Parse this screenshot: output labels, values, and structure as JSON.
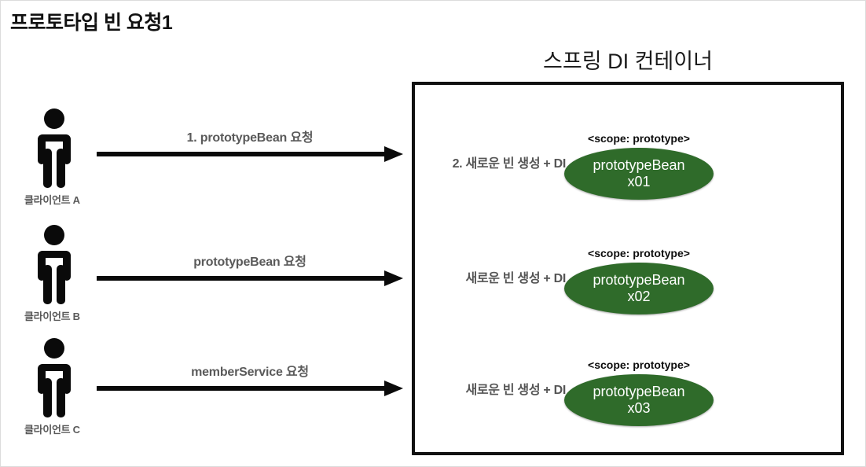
{
  "page": {
    "title": "프로토타입 빈 요청1"
  },
  "container": {
    "title": "스프링 DI 컨테이너"
  },
  "colors": {
    "bean_fill": "#2f6b2a",
    "bean_text": "#ffffff",
    "note_text": "#555555",
    "label_text": "#5a5a5a",
    "border": "#111111"
  },
  "clients": [
    {
      "label": "클라이언트 A",
      "icon": "person-icon"
    },
    {
      "label": "클라이언트 B",
      "icon": "person-icon"
    },
    {
      "label": "클라이언트 C",
      "icon": "person-icon"
    }
  ],
  "arrows": [
    {
      "label": "1. prototypeBean 요청",
      "icon": "arrow-right-icon"
    },
    {
      "label": "prototypeBean 요청",
      "icon": "arrow-right-icon"
    },
    {
      "label": "memberService 요청",
      "icon": "arrow-right-icon"
    }
  ],
  "beans": [
    {
      "note": "2. 새로운 빈 생성 + DI",
      "scope": "<scope: prototype>",
      "name": "prototypeBean",
      "id": "x01"
    },
    {
      "note": "새로운 빈 생성 + DI",
      "scope": "<scope: prototype>",
      "name": "prototypeBean",
      "id": "x02"
    },
    {
      "note": "새로운 빈 생성 + DI",
      "scope": "<scope: prototype>",
      "name": "prototypeBean",
      "id": "x03"
    }
  ]
}
